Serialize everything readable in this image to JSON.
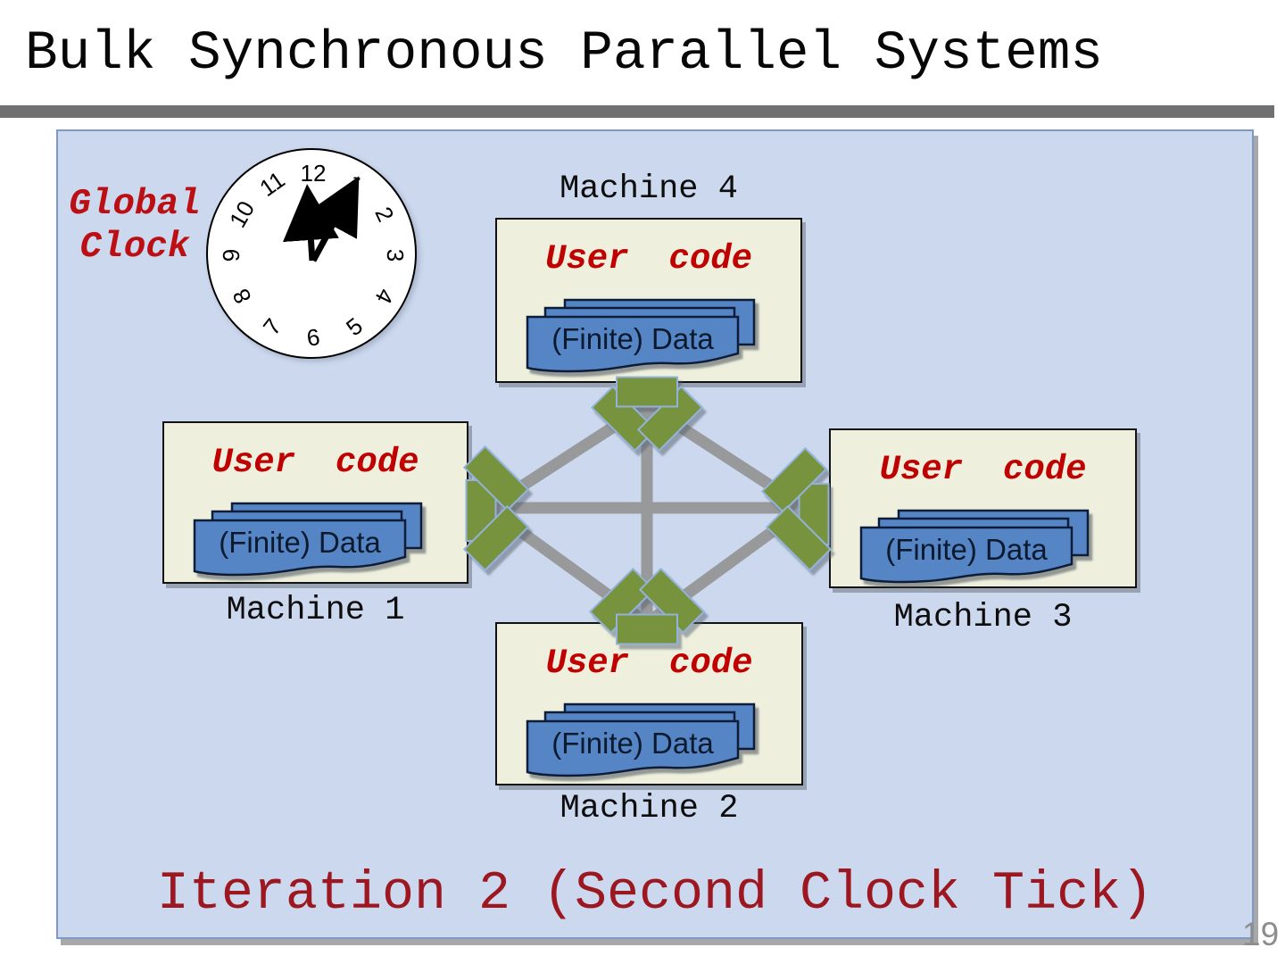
{
  "slide": {
    "title": "Bulk Synchronous Parallel Systems",
    "caption": "Iteration 2 (Second Clock Tick)",
    "page_number": "19"
  },
  "global_clock": {
    "line1": "Global",
    "line2": "Clock"
  },
  "clock_numerals": [
    "12",
    "1",
    "2",
    "3",
    "4",
    "5",
    "6",
    "7",
    "8",
    "9",
    "10",
    "11"
  ],
  "machines": {
    "m1": {
      "label": "Machine 1",
      "user_code": "User code",
      "data": "(Finite) Data"
    },
    "m2": {
      "label": "Machine 2",
      "user_code": "User code",
      "data": "(Finite) Data"
    },
    "m3": {
      "label": "Machine 3",
      "user_code": "User code",
      "data": "(Finite) Data"
    },
    "m4": {
      "label": "Machine 4",
      "user_code": "User code",
      "data": "(Finite) Data"
    }
  },
  "colors": {
    "panel_blue": "#cbd8ee",
    "machine_cream": "#eef0dd",
    "data_blue": "#5585c4",
    "connector_green": "#77933d",
    "link_gray": "#98999b",
    "accent_red": "#c00000",
    "caption_red": "#9c1720"
  }
}
